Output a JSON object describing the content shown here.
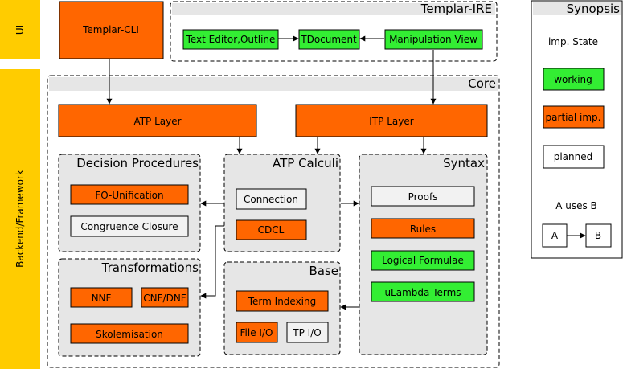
{
  "sidebar": {
    "ui": "UI",
    "backend": "Backend/Framework"
  },
  "groups": {
    "ide": "Templar-IRE",
    "core": "Core",
    "decision": "Decision Procedures",
    "calculi": "ATP Calculi",
    "syntax": "Syntax",
    "transformations": "Transformations",
    "base": "Base",
    "synopsis": "Synopsis"
  },
  "nodes": {
    "cli": "Templar-CLI",
    "text_editor": "Text Editor,Outline",
    "tdocument": "TDocument",
    "manipulation": "Manipulation View",
    "atp_layer": "ATP Layer",
    "itp_layer": "ITP Layer",
    "fo_unification": "FO-Unification",
    "congruence": "Congruence Closure",
    "connection": "Connection",
    "cdcl": "CDCL",
    "proofs": "Proofs",
    "rules": "Rules",
    "logical_formulae": "Logical Formulae",
    "ulambda": "uLambda Terms",
    "nnf": "NNF",
    "cnf_dnf": "CNF/DNF",
    "skolemisation": "Skolemisation",
    "term_indexing": "Term Indexing",
    "file_io": "File I/O",
    "tp_io": "TP I/O"
  },
  "legend": {
    "heading": "imp. State",
    "working": "working",
    "partial": "partial imp.",
    "planned": "planned",
    "uses_caption": "A uses B",
    "a": "A",
    "b": "B"
  },
  "colors": {
    "working": "#33ee33",
    "partial": "#ff6600",
    "planned": "#f2f2f2",
    "group_bg": "#e6e6e6",
    "sidebar": "#ffcc00"
  }
}
